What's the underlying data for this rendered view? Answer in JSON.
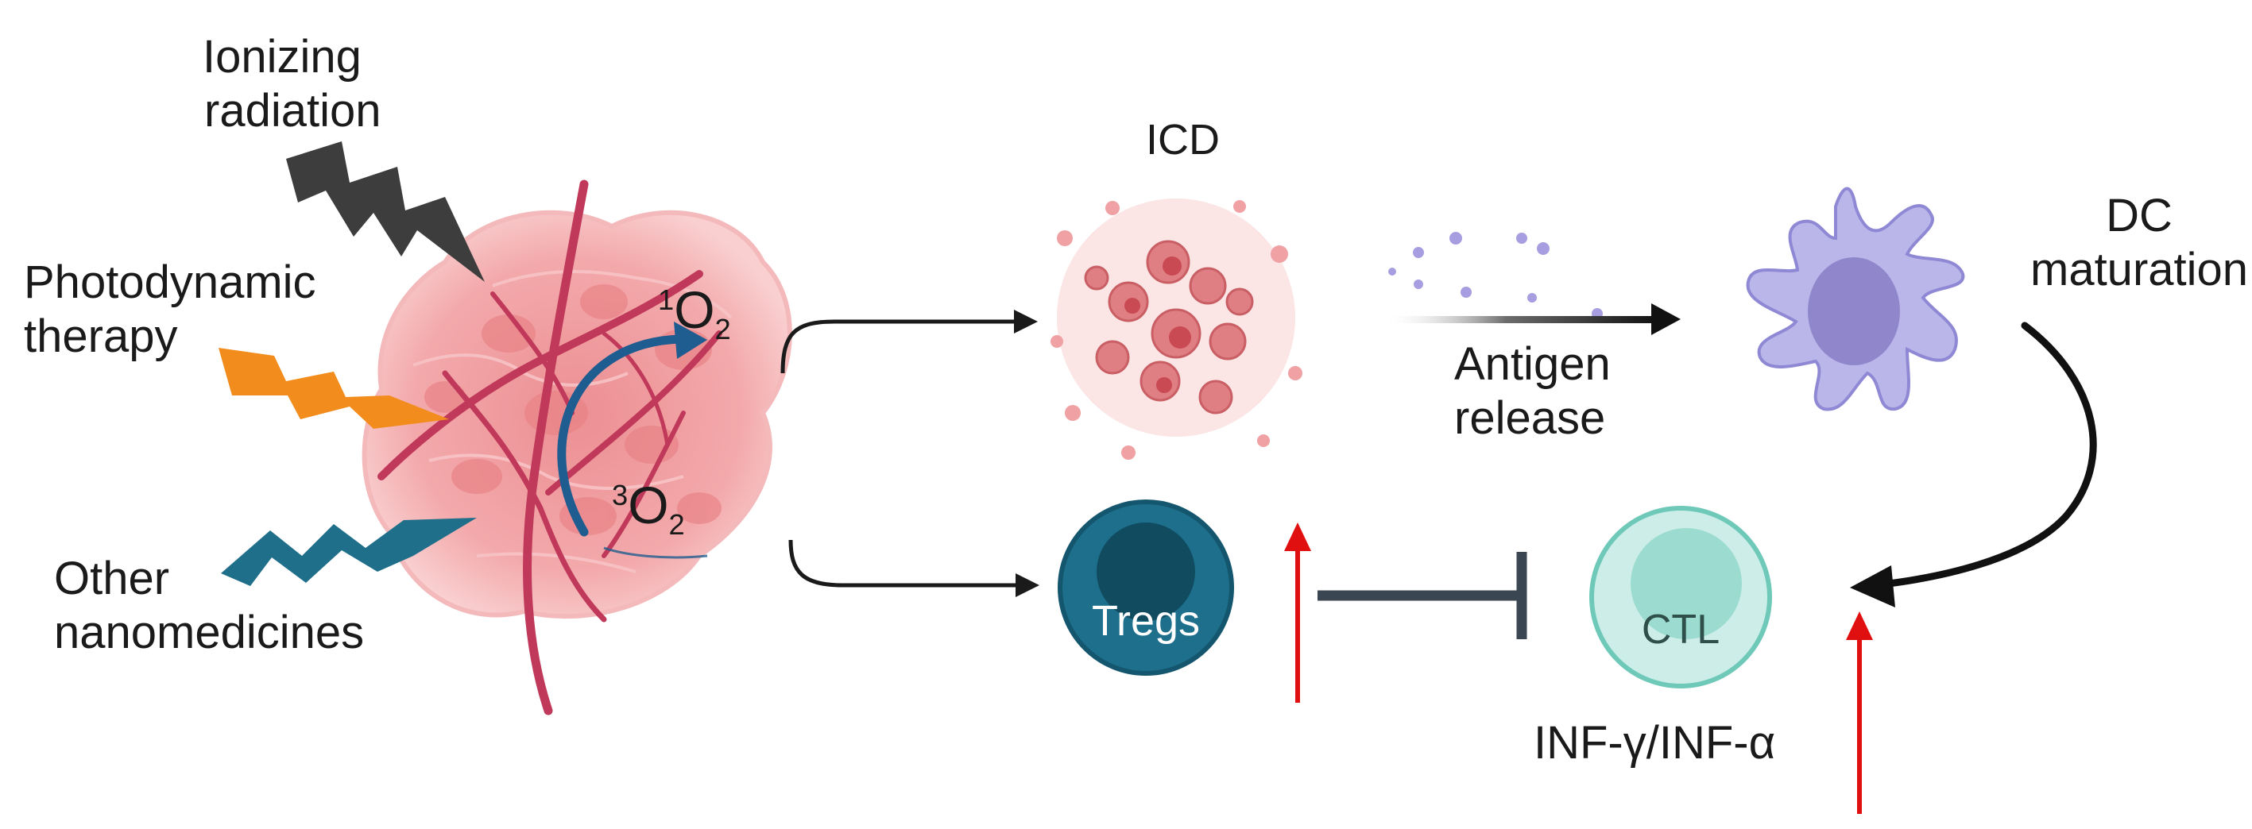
{
  "sources": {
    "ionizing_radiation": [
      "Ionizing",
      "radiation"
    ],
    "photodynamic_therapy": [
      "Photodynamic",
      "therapy"
    ],
    "other_nanomedicines": [
      "Other",
      "nanomedicines"
    ]
  },
  "ros": {
    "singlet_oxygen": {
      "sup": "1",
      "base": "O",
      "sub": "2"
    },
    "triplet_oxygen": {
      "sup": "3",
      "base": "O",
      "sub": "2"
    }
  },
  "icd": {
    "label": "ICD"
  },
  "antigen_release": [
    "Antigen",
    "release"
  ],
  "dc_maturation": [
    "DC",
    "maturation"
  ],
  "tregs": {
    "label": "Tregs"
  },
  "ctl": {
    "label": "CTL"
  },
  "cytokines": {
    "label": "INF-γ/INF-α"
  },
  "colors": {
    "ionizing_bolt": "#3d3d3d",
    "photodynamic_bolt": "#f28c1c",
    "nanomedicine_bolt": "#1f6f8b",
    "tumor": "#f2a3a5",
    "vessel": "#c0395a",
    "ros_arrow": "#1f5c8f",
    "tregs": "#1d6f8c",
    "ctl": "#cdeee8",
    "dc": "#b7b3e6",
    "increase_arrow": "#e01010",
    "inhibition": "#3a4652"
  }
}
